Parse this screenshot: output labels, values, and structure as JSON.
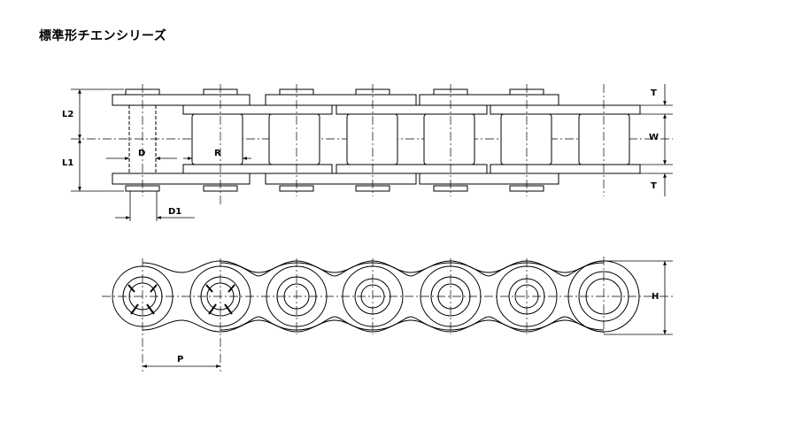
{
  "title": "標準形チエンシリーズ",
  "dimension_labels": {
    "T_top": "T",
    "W": "W",
    "T_bottom": "T",
    "L2": "L2",
    "L1": "L1",
    "D": "D",
    "R": "R",
    "D1": "D1",
    "H": "H",
    "P": "P"
  },
  "colors": {
    "line": "#000000",
    "background": "#ffffff"
  }
}
